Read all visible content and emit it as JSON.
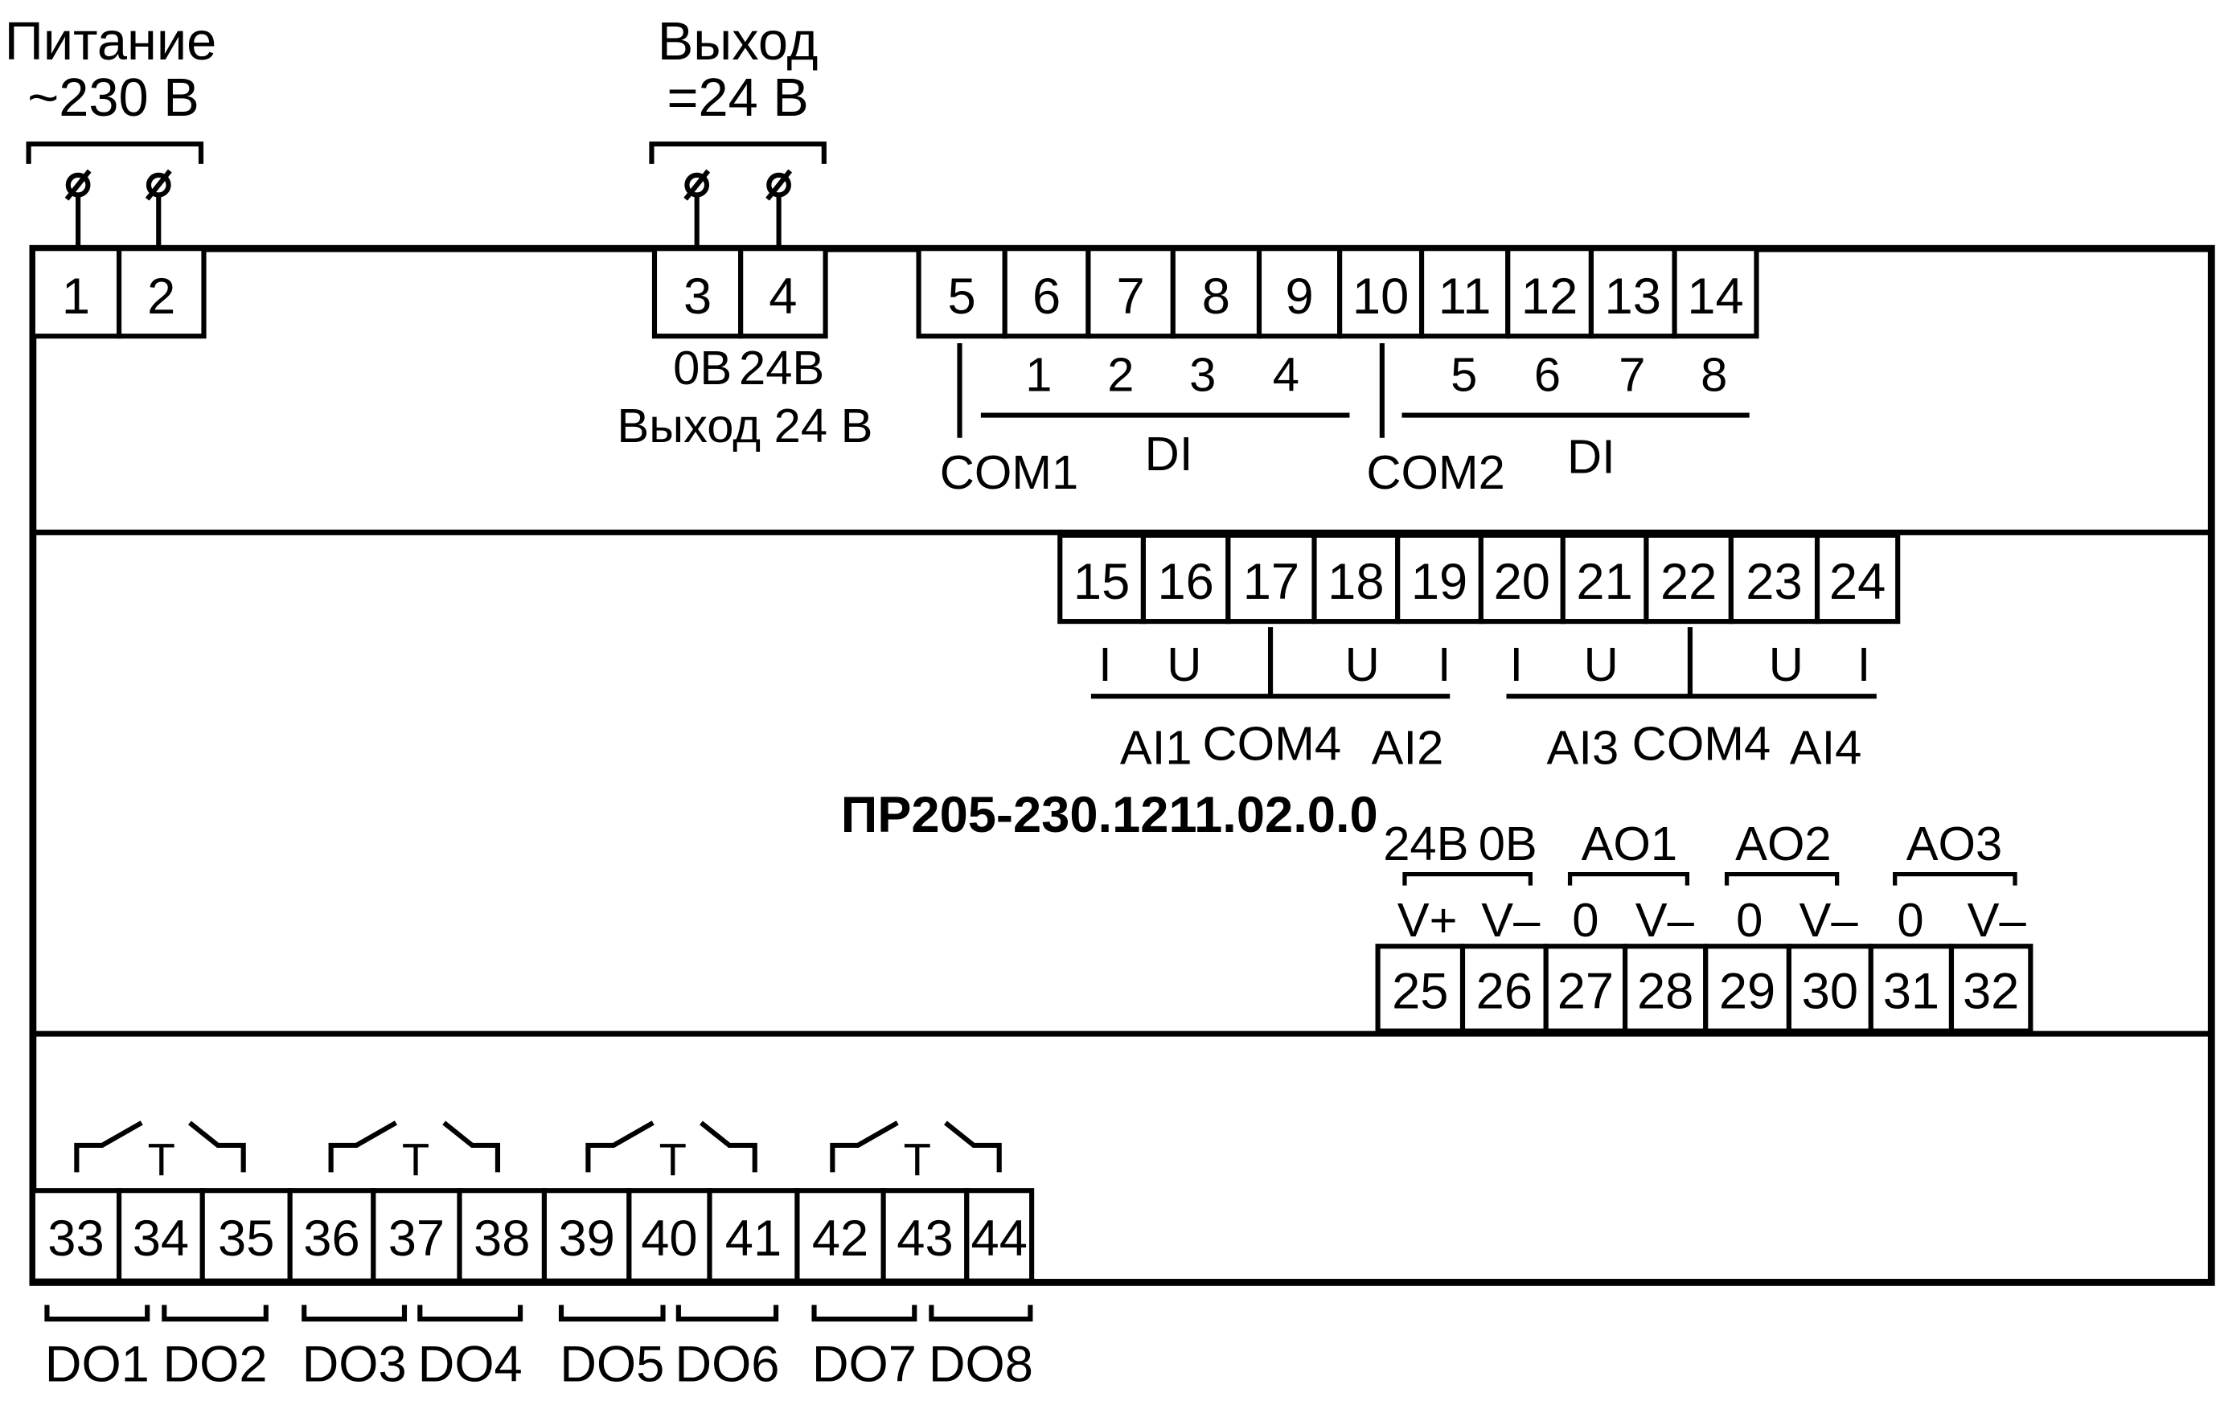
{
  "power": {
    "title_line1": "Питание",
    "title_line2": "~230 В"
  },
  "output_top": {
    "title_line1": "Выход",
    "title_line2": "=24 В"
  },
  "output_labels": {
    "zero": "0В",
    "v24": "24В",
    "caption": "Выход 24 В"
  },
  "model": "ПР205-230.1211.02.0.0",
  "terminals_top": [
    "1",
    "2",
    "3",
    "4",
    "5",
    "6",
    "7",
    "8",
    "9",
    "10",
    "11",
    "12",
    "13",
    "14"
  ],
  "di": {
    "group1_inputs": [
      "1",
      "2",
      "3",
      "4"
    ],
    "group2_inputs": [
      "5",
      "6",
      "7",
      "8"
    ],
    "com1": "COM1",
    "com2": "COM2",
    "di_label": "DI"
  },
  "terminals_mid": [
    "15",
    "16",
    "17",
    "18",
    "19",
    "20",
    "21",
    "22",
    "23",
    "24"
  ],
  "ai": {
    "letters": [
      "I",
      "U",
      "U",
      "I",
      "I",
      "U",
      "U",
      "I"
    ],
    "ai1": "AI1",
    "com4": "COM4",
    "ai2": "AI2",
    "ai3": "AI3",
    "ai4": "AI4"
  },
  "ao": {
    "v24": "24В",
    "v0": "0В",
    "ao1": "AO1",
    "ao2": "AO2",
    "ao3": "AO3",
    "pins": [
      "V+",
      "V–",
      "0",
      "V–",
      "0",
      "V–",
      "0",
      "V–"
    ]
  },
  "terminals_ao": [
    "25",
    "26",
    "27",
    "28",
    "29",
    "30",
    "31",
    "32"
  ],
  "terminals_bottom": [
    "33",
    "34",
    "35",
    "36",
    "37",
    "38",
    "39",
    "40",
    "41",
    "42",
    "43",
    "44"
  ],
  "relay_symbol": "T",
  "do_labels": [
    "DO1",
    "DO2",
    "DO3",
    "DO4",
    "DO5",
    "DO6",
    "DO7",
    "DO8"
  ]
}
